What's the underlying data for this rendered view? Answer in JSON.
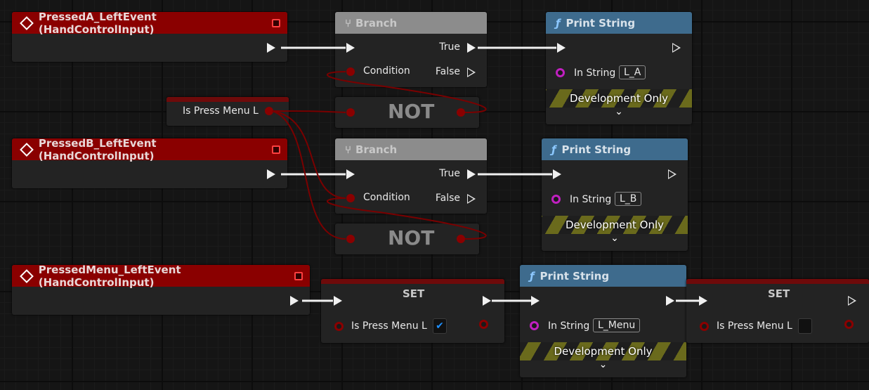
{
  "events": [
    {
      "title": "PressedA_LeftEvent (HandControlInput)"
    },
    {
      "title": "PressedB_LeftEvent (HandControlInput)"
    },
    {
      "title": "PressedMenu_LeftEvent (HandControlInput)"
    }
  ],
  "branch": {
    "title": "Branch",
    "condition": "Condition",
    "true": "True",
    "false": "False"
  },
  "getter": {
    "label": "Is Press Menu L"
  },
  "not": {
    "label": "NOT"
  },
  "print": {
    "title": "Print String",
    "in_string": "In String",
    "dev_only": "Development Only",
    "expand": "⌄",
    "values": [
      "L_A",
      "L_B",
      "L_Menu"
    ]
  },
  "set": {
    "title": "SET",
    "var": "Is Press Menu L",
    "values": [
      true,
      false
    ],
    "check": "✔"
  },
  "colors": {
    "event": "#8a0000",
    "branch": "#8c8c8c",
    "function": "#3e6b8d",
    "bool": "#8a0000",
    "string": "#c020c0"
  }
}
